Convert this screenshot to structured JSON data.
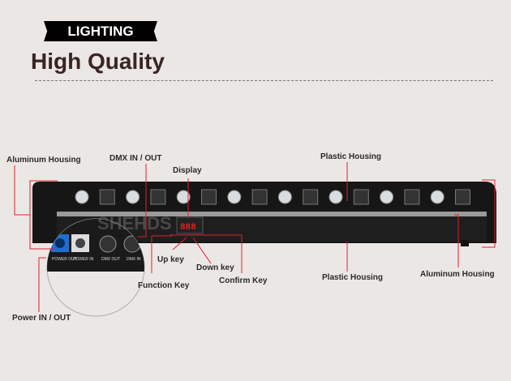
{
  "header": {
    "badge": "LIGHTING",
    "title": "High Quality"
  },
  "labels": {
    "aluminum_left": "Aluminum Housing",
    "dmx": "DMX IN / OUT",
    "display": "Display",
    "plastic_top": "Plastic Housing",
    "up_key": "Up key",
    "down_key": "Down key",
    "function_key": "Function Key",
    "confirm_key": "Confirm Key",
    "plastic_bottom": "Plastic Housing",
    "aluminum_right": "Aluminum Housing",
    "power": "Power IN / OUT"
  },
  "inset": {
    "power_out": "POWER OUT",
    "power_in": "POWER IN",
    "dmx_out": "DMX OUT",
    "dmx_in": "DMX IN"
  },
  "display_readout": "888",
  "watermark": "SHEHDS",
  "colors": {
    "background": "#ebe7e5",
    "callout": "#e0202a",
    "connector_blue": "#1e6fd0"
  }
}
